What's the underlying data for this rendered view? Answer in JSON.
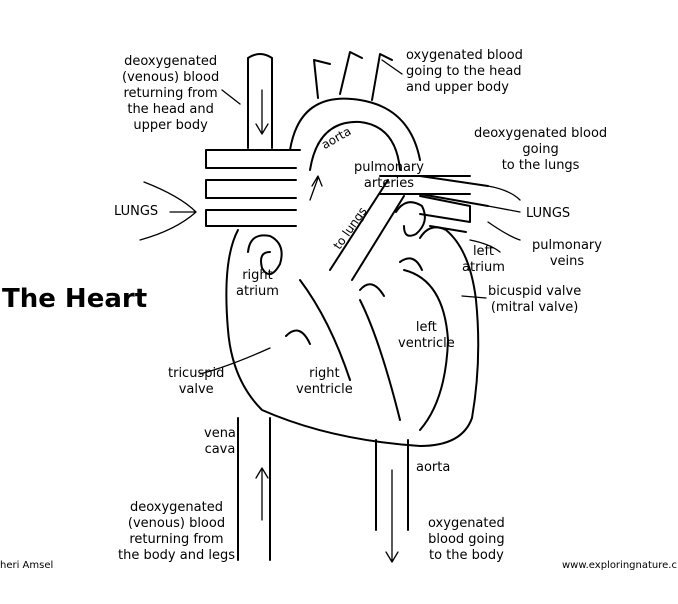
{
  "title": "The Heart",
  "labels": {
    "deoxy_head": [
      "deoxygenated",
      "(venous) blood",
      "returning from",
      "the head and",
      "upper body"
    ],
    "oxy_head": [
      "oxygenated blood",
      "going to the head",
      "and upper body"
    ],
    "deoxy_lungs": [
      "deoxygenated blood",
      "going",
      "to the lungs"
    ],
    "lungs_left": "LUNGS",
    "lungs_right": "LUNGS",
    "aorta_top": "aorta",
    "pulmonary_arteries": [
      "pulmonary",
      "arteries"
    ],
    "to_lungs": "to lungs",
    "left_atrium": [
      "left",
      "atrium"
    ],
    "pulmonary_veins": [
      "pulmonary",
      "veins"
    ],
    "right_atrium": [
      "right",
      "atrium"
    ],
    "bicuspid": [
      "bicuspid valve",
      "(mitral valve)"
    ],
    "left_ventricle": [
      "left",
      "ventricle"
    ],
    "tricuspid": [
      "tricuspid",
      "valve"
    ],
    "right_ventricle": [
      "right",
      "ventricle"
    ],
    "vena_cava": [
      "vena",
      "cava"
    ],
    "aorta_bottom": "aorta",
    "deoxy_body": [
      "deoxygenated",
      "(venous) blood",
      "returning from",
      "the body and legs"
    ],
    "oxy_body": [
      "oxygenated",
      "blood going",
      "to the body"
    ],
    "credit": "heri Amsel",
    "website": "www.exploringnature.c"
  }
}
